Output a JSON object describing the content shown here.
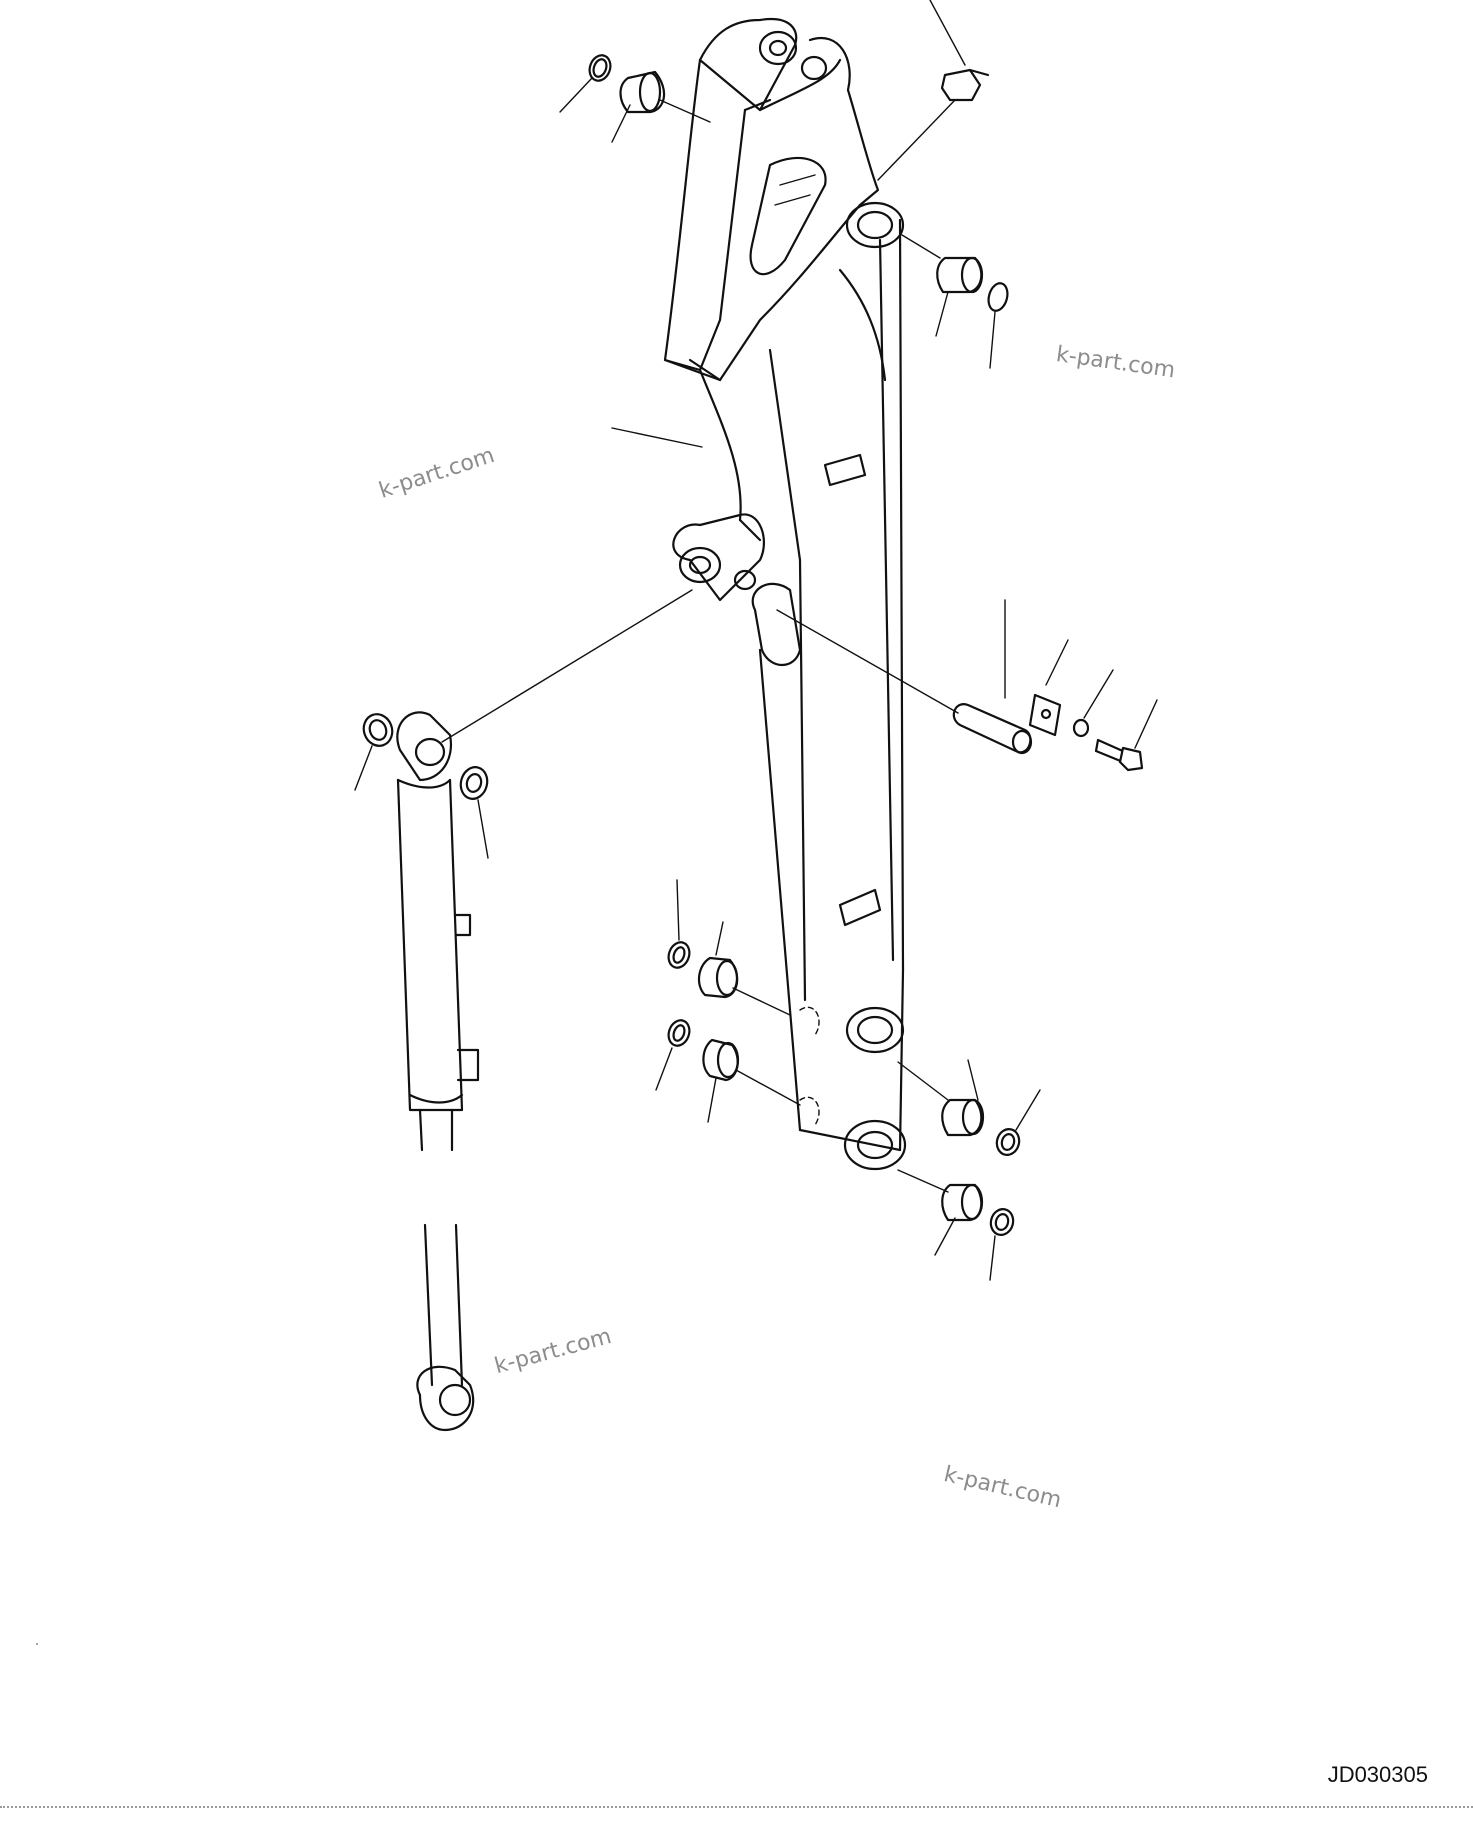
{
  "drawing": {
    "code": "JD030305",
    "watermarks": [
      "k-part.com",
      "k-part.com",
      "k-part.com",
      "k-part.com"
    ]
  },
  "colors": {
    "line": "#111111",
    "watermark": "#8c8c8c",
    "background": "#ffffff"
  }
}
